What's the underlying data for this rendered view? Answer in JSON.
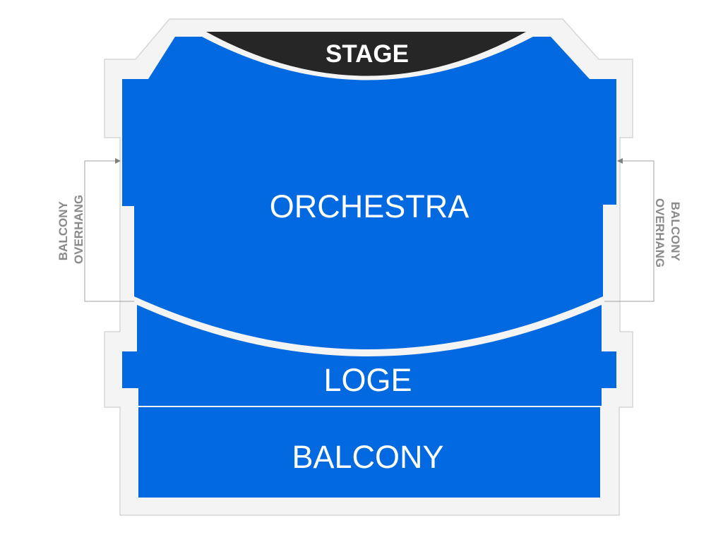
{
  "colors": {
    "section": "#0369e0",
    "stage": "#262626",
    "outline_fill": "#f4f4f4",
    "outline_stroke": "#d6d6d6",
    "note": "#8a8a8a"
  },
  "stage": {
    "label": "STAGE"
  },
  "sections": {
    "orchestra": "ORCHESTRA",
    "loge": "LOGE",
    "balcony": "BALCONY"
  },
  "overhang": {
    "left": {
      "line1": "BALCONY",
      "line2": "OVERHANG"
    },
    "right": {
      "line1": "BALCONY",
      "line2": "OVERHANG"
    }
  }
}
